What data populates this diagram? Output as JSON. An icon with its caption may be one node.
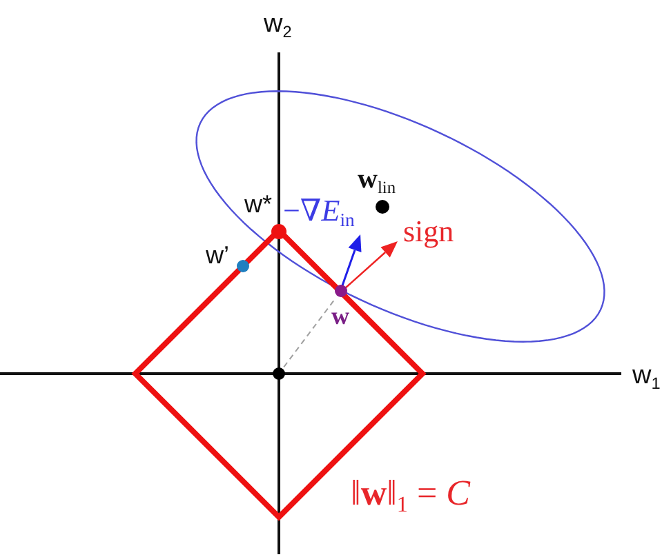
{
  "diagram": {
    "labels": [
      "w$_{2}$",
      "**w**$_{lin}$",
      "w*",
      "−∇*E*$_{in}$",
      "sign",
      "w’",
      "w",
      "w$_{1}$",
      "‖**w**‖$_{1}$ = *C*"
    ]
  }
}
